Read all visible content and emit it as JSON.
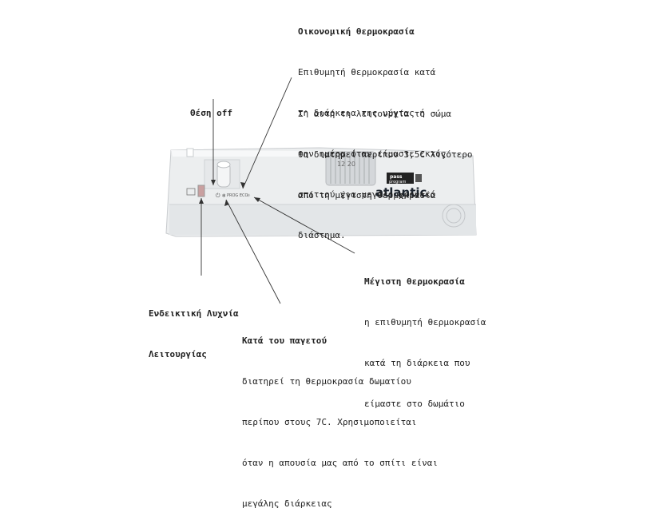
{
  "eco": {
    "title": "Οικονομική θερμοκρασία",
    "lines": [
      "Επιθυμητή θερμοκρασία κατά",
      "τη διάρκεια της νύχτας ή",
      "την ημέρα όταν είμαστε εκτός",
      "σπιτιού για μεγάλο χρονικό",
      "διάστημα."
    ],
    "note": [
      "Σ' αυτή τη λειτουργία το σώμα",
      "θα διατηρεί περίπου 3,5C λιγότερο",
      "από τη μέγιστη θερμοκρασία"
    ]
  },
  "off": {
    "title": "Θέση off"
  },
  "max": {
    "title": "Μέγιστη θερμοκρασία",
    "lines": [
      "η επιθυμητή θερμοκρασία",
      "κατά τη διάρκεια που",
      "είμαστε στο δωμάτιο"
    ]
  },
  "lamp": {
    "title": [
      "Ενδεικτική Λυχνία",
      "Λειτουργίας"
    ]
  },
  "frost": {
    "title": "Κατά του παγετού",
    "lines": [
      "διατηρεί τη θερμοκρασία δωματίου",
      "περίπου στους 7C. Χρησιμοποιείται",
      "όταν η απουσία μας από το σπίτι είναι",
      "μεγάλης διάρκειας"
    ]
  },
  "device": {
    "brand": "atlantic",
    "badge_top": "pass",
    "badge_bottom": "program",
    "switch_text": "PROG ECO",
    "dial_numbers": "12 20"
  }
}
